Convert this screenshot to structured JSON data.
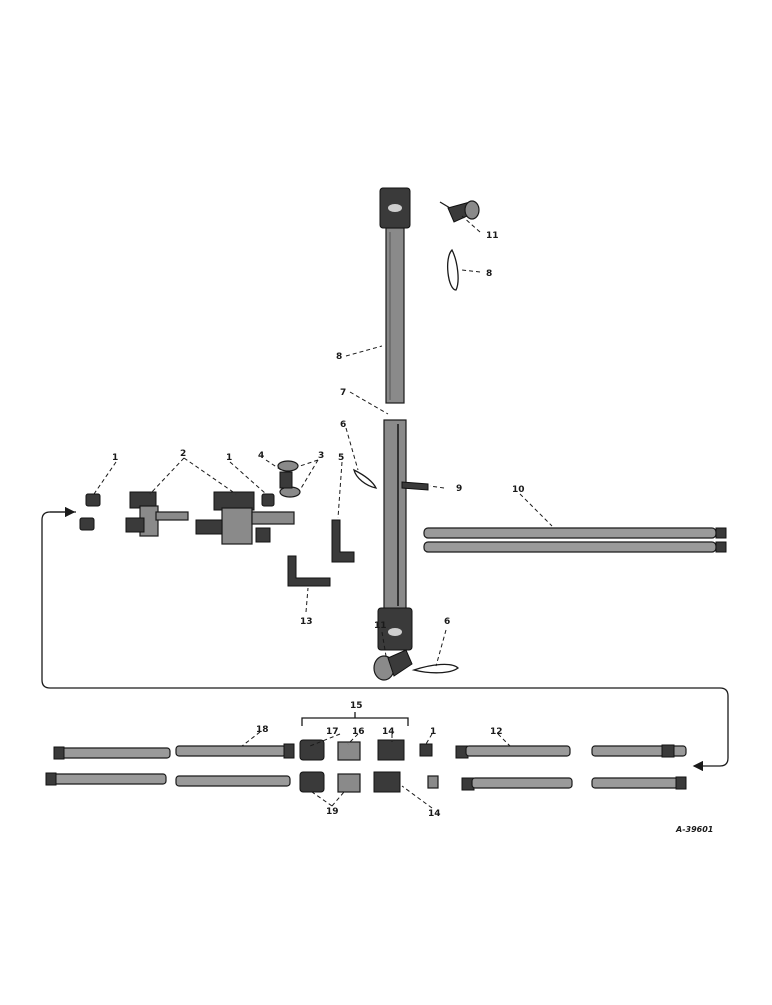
{
  "callouts": {
    "c1a": "1",
    "c1b": "1",
    "c1c": "1",
    "c2": "2",
    "c3": "3",
    "c4": "4",
    "c5": "5",
    "c6a": "6",
    "c6b": "6",
    "c7": "7",
    "c8a": "8",
    "c8b": "8",
    "c9": "9",
    "c10": "10",
    "c11a": "11",
    "c11b": "11",
    "c12": "12",
    "c13": "13",
    "c14a": "14",
    "c14b": "14",
    "c15": "15",
    "c16": "16",
    "c17": "17",
    "c18": "18",
    "c19": "19"
  },
  "figure_id": "A-39601"
}
